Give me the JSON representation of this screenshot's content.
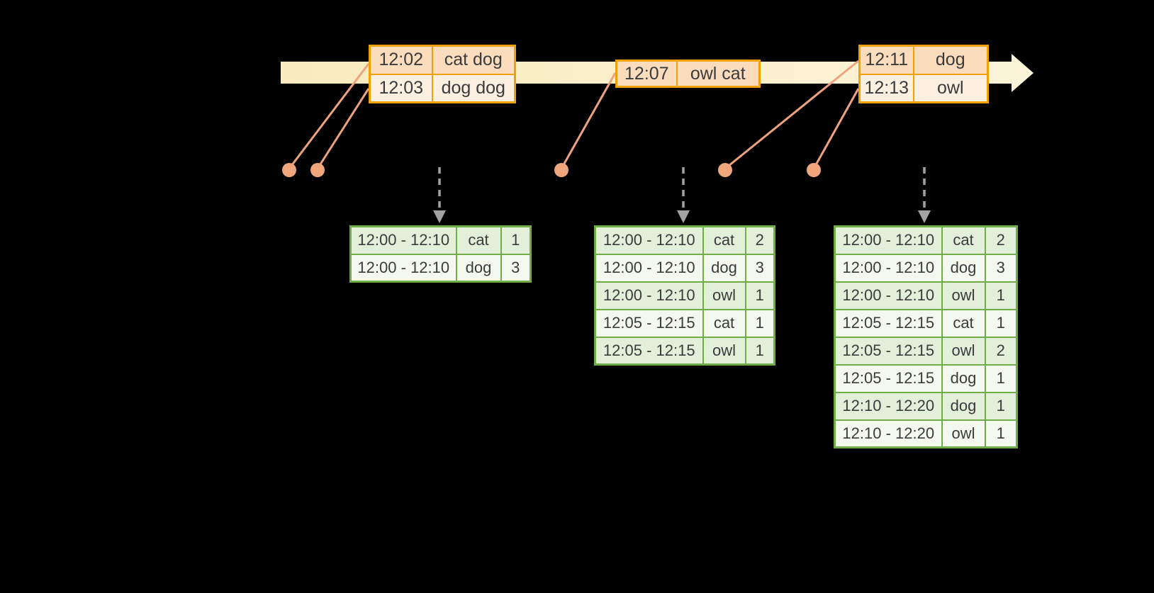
{
  "colors": {
    "background": "#000000",
    "timeline_band_start": "#f9ebbe",
    "timeline_band_end": "#fcf4d8",
    "event_border": "#f0a202",
    "event_row_dark": "#fbdcbd",
    "event_row_light": "#fdf0e1",
    "result_border": "#70ad47",
    "result_row_dark": "#e2efd9",
    "result_row_light": "#f4f9f0",
    "connector": "#eea37e",
    "dot": "#f0a77e",
    "trigger_arrow": "#a3a3a3",
    "text": "#3b3b3b"
  },
  "event_tables": [
    {
      "rows": [
        {
          "time": "12:02",
          "words": "cat dog"
        },
        {
          "time": "12:03",
          "words": "dog dog"
        }
      ]
    },
    {
      "rows": [
        {
          "time": "12:07",
          "words": "owl cat"
        }
      ]
    },
    {
      "rows": [
        {
          "time": "12:11",
          "words": "dog"
        },
        {
          "time": "12:13",
          "words": "owl"
        }
      ]
    }
  ],
  "result_tables": [
    {
      "rows": [
        {
          "window": "12:00 - 12:10",
          "word": "cat",
          "count": "1"
        },
        {
          "window": "12:00 - 12:10",
          "word": "dog",
          "count": "3"
        }
      ]
    },
    {
      "rows": [
        {
          "window": "12:00 - 12:10",
          "word": "cat",
          "count": "2"
        },
        {
          "window": "12:00 - 12:10",
          "word": "dog",
          "count": "3"
        },
        {
          "window": "12:00 - 12:10",
          "word": "owl",
          "count": "1"
        },
        {
          "window": "12:05 - 12:15",
          "word": "cat",
          "count": "1"
        },
        {
          "window": "12:05 - 12:15",
          "word": "owl",
          "count": "1"
        }
      ]
    },
    {
      "rows": [
        {
          "window": "12:00 - 12:10",
          "word": "cat",
          "count": "2"
        },
        {
          "window": "12:00 - 12:10",
          "word": "dog",
          "count": "3"
        },
        {
          "window": "12:00 - 12:10",
          "word": "owl",
          "count": "1"
        },
        {
          "window": "12:05 - 12:15",
          "word": "cat",
          "count": "1"
        },
        {
          "window": "12:05 - 12:15",
          "word": "owl",
          "count": "2"
        },
        {
          "window": "12:05 - 12:15",
          "word": "dog",
          "count": "1"
        },
        {
          "window": "12:10 - 12:20",
          "word": "dog",
          "count": "1"
        },
        {
          "window": "12:10 - 12:20",
          "word": "owl",
          "count": "1"
        }
      ]
    }
  ]
}
